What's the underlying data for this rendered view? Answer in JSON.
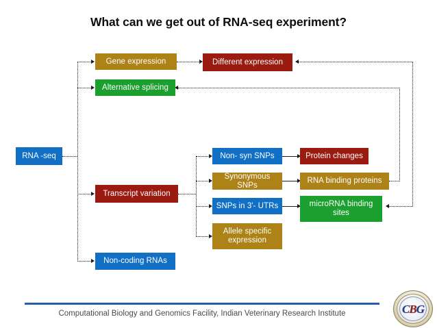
{
  "slide": {
    "title": "What can we get out of RNA-seq experiment?",
    "background": "#ffffff"
  },
  "palette": {
    "gold": "#AD8217",
    "dark_red": "#9C1B10",
    "green": "#1BA02F",
    "blue": "#1170C5",
    "footer_blue": "#2160AA",
    "connector": "#1a1a1a"
  },
  "diagram": {
    "type": "flowchart",
    "root": {
      "label": "RNA -seq",
      "color": "blue"
    },
    "nodes": [
      {
        "id": "rna_seq",
        "label": "RNA -seq",
        "color": "blue"
      },
      {
        "id": "gene_expression",
        "label": "Gene expression",
        "color": "gold"
      },
      {
        "id": "different_expression",
        "label": "Different expression",
        "color": "dark_red"
      },
      {
        "id": "alternative_splicing",
        "label": "Alternative splicing",
        "color": "green"
      },
      {
        "id": "transcript_variation",
        "label": "Transcript variation",
        "color": "dark_red"
      },
      {
        "id": "non_syn_snps",
        "label": "Non- syn SNPs",
        "color": "blue"
      },
      {
        "id": "protein_changes",
        "label": "Protein changes",
        "color": "dark_red"
      },
      {
        "id": "synonymous_snps",
        "label": "Synonymous SNPs",
        "color": "gold"
      },
      {
        "id": "rna_binding_proteins",
        "label": "RNA binding proteins",
        "color": "gold"
      },
      {
        "id": "snps_3utr",
        "label": "SNPs in 3'- UTRs",
        "color": "blue"
      },
      {
        "id": "microrna_sites",
        "label": "microRNA binding sites",
        "color": "green"
      },
      {
        "id": "allele_specific",
        "label": "Allele specific expression",
        "color": "gold"
      },
      {
        "id": "non_coding_rnas",
        "label": "Non-coding RNAs",
        "color": "blue"
      }
    ],
    "edges": [
      {
        "from": "rna_seq",
        "to": "gene_expression",
        "style": "dotted"
      },
      {
        "from": "rna_seq",
        "to": "alternative_splicing",
        "style": "dotted"
      },
      {
        "from": "rna_seq",
        "to": "transcript_variation",
        "style": "dotted"
      },
      {
        "from": "rna_seq",
        "to": "non_coding_rnas",
        "style": "dotted"
      },
      {
        "from": "gene_expression",
        "to": "different_expression",
        "style": "dotted"
      },
      {
        "from": "transcript_variation",
        "to": "non_syn_snps",
        "style": "dotted"
      },
      {
        "from": "transcript_variation",
        "to": "synonymous_snps",
        "style": "dotted"
      },
      {
        "from": "transcript_variation",
        "to": "snps_3utr",
        "style": "dotted"
      },
      {
        "from": "transcript_variation",
        "to": "allele_specific",
        "style": "dotted"
      },
      {
        "from": "non_syn_snps",
        "to": "protein_changes",
        "style": "solid"
      },
      {
        "from": "synonymous_snps",
        "to": "rna_binding_proteins",
        "style": "solid"
      },
      {
        "from": "snps_3utr",
        "to": "microrna_sites",
        "style": "solid"
      },
      {
        "from": "microrna_sites",
        "to": "different_expression",
        "style": "dotted"
      },
      {
        "from": "rna_binding_proteins",
        "to": "alternative_splicing",
        "style": "dotted"
      }
    ]
  },
  "footer": {
    "text": "Computational Biology and Genomics Facility, Indian Veterinary Research Institute",
    "logo_letters_1": "C",
    "logo_letters_2": "B",
    "logo_letters_3": "G"
  }
}
